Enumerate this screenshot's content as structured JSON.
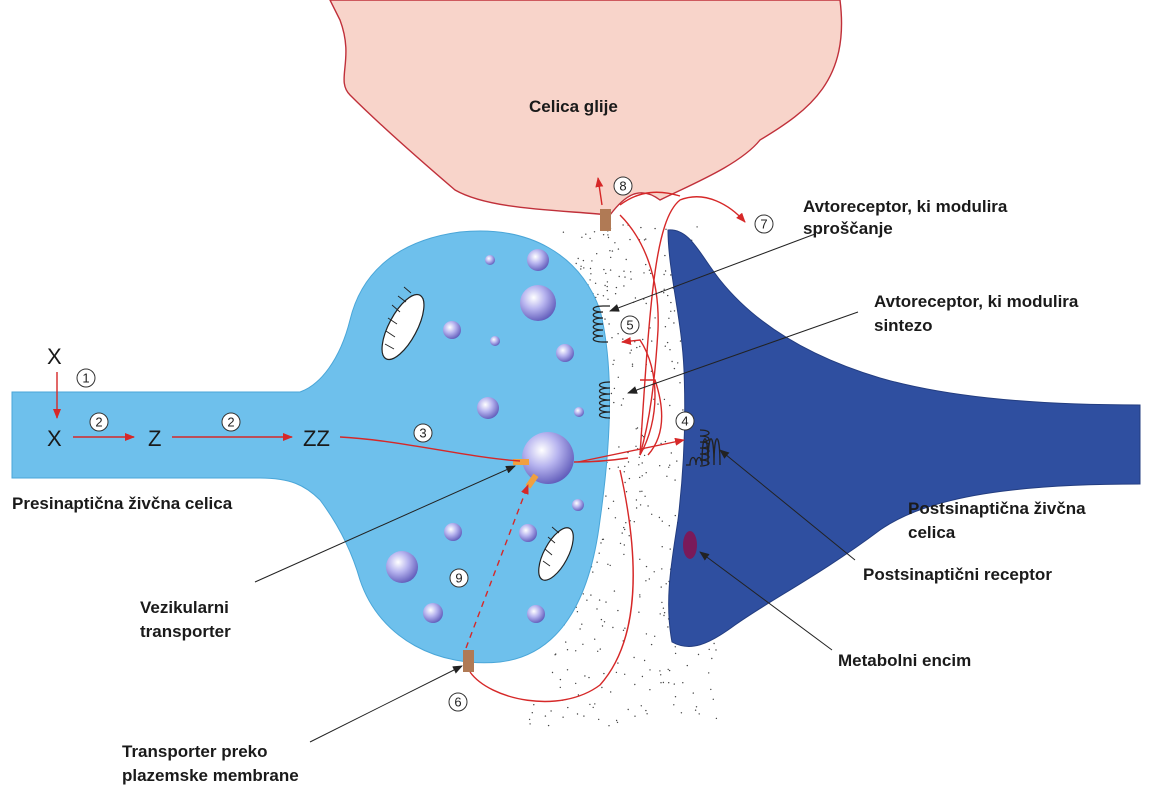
{
  "labels": {
    "glia": "Celica glije",
    "autoreceptor_release_1": "Avtoreceptor, ki modulira",
    "autoreceptor_release_2": "sproščanje",
    "autoreceptor_synthesis_1": "Avtoreceptor, ki modulira",
    "autoreceptor_synthesis_2": "sintezo",
    "presynaptic": "Presinaptična živčna celica",
    "postsynaptic_1": "Postsinaptična živčna",
    "postsynaptic_2": "celica",
    "postsynaptic_receptor": "Postsinaptični receptor",
    "vesicular_transporter_1": "Vezikularni",
    "vesicular_transporter_2": "transporter",
    "metabolic_enzyme": "Metabolni  encim",
    "membrane_transporter_1": "Transporter preko",
    "membrane_transporter_2": "plazemske membrane"
  },
  "symbols": {
    "x_top": "X",
    "x_bottom": "X",
    "z": "Z",
    "zz": "ZZ"
  },
  "steps": {
    "s1": "1",
    "s2a": "2",
    "s2b": "2",
    "s3": "3",
    "s4": "4",
    "s5": "5",
    "s6": "6",
    "s7": "7",
    "s8": "8",
    "s9": "9"
  },
  "colors": {
    "presynaptic": "#6ec0ec",
    "postsynaptic": "#2f4fa0",
    "glia": "#f8d4ca",
    "arrows": "#d62828",
    "vesicle": "#8a86d8",
    "enzyme": "#7a1a5a",
    "transporter": "#b07a55",
    "vesicular_transporter": "#f0a040"
  }
}
